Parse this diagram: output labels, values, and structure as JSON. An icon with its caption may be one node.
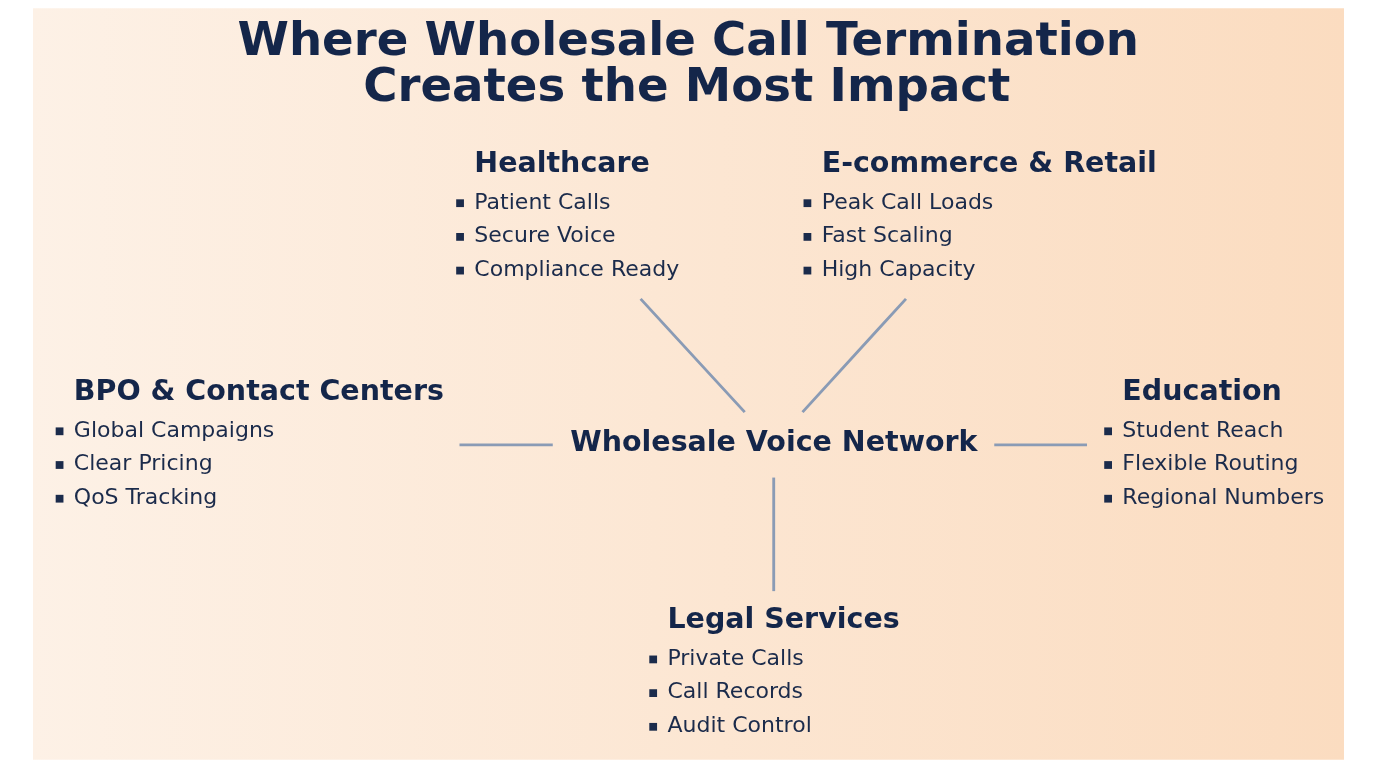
{
  "diagram": {
    "title": "Where Wholesale Call Termination Creates the Most Impact",
    "nodes": [
      {
        "text": [
          "Healthcare",
          "Patient Calls",
          "Secure Voice",
          "Compliance Ready"
        ]
      },
      {
        "text": [
          "E-commerce & Retail",
          "Peak Call Loads",
          "Fast Scaling",
          "High Capacity"
        ]
      },
      {
        "text": [
          "Wholesale Voice Network"
        ]
      },
      {
        "text": [
          "BPO & Contact Centers",
          "Global Campaigns",
          "Clear Pricing",
          "QoS Tracking"
        ]
      },
      {
        "text": [
          "Education",
          "Student Reach",
          "Flexible Routing",
          "Regional Numbers"
        ]
      },
      {
        "text": [
          "Legal Services",
          "Private Calls",
          "Call Records",
          "Audit Control"
        ]
      }
    ],
    "edges": [
      {
        "from": 0,
        "to": 2,
        "arrow": "none"
      },
      {
        "from": 1,
        "to": 2,
        "arrow": "none"
      },
      {
        "from": 3,
        "to": 2,
        "arrow": "none"
      },
      {
        "from": 2,
        "to": 4,
        "arrow": "none"
      },
      {
        "from": 2,
        "to": 5,
        "arrow": "none"
      }
    ]
  }
}
